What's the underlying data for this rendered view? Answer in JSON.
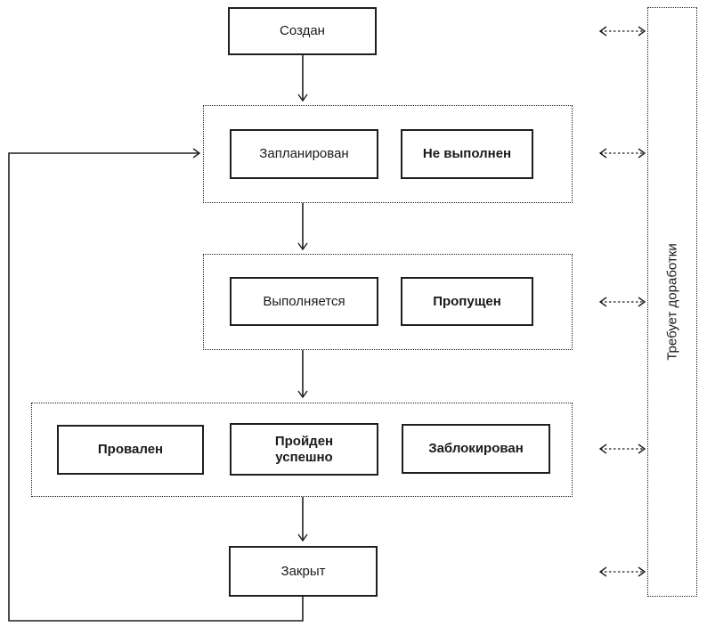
{
  "diagram": {
    "nodes": {
      "created": "Создан",
      "planned": "Запланирован",
      "not_executed": "Не выполнен",
      "in_progress": "Выполняется",
      "skipped": "Пропущен",
      "failed": "Провален",
      "passed": "Пройден успешно",
      "blocked": "Заблокирован",
      "closed": "Закрыт"
    },
    "side_panel": {
      "label": "Требует доработки"
    },
    "colors": {
      "line": "#1f1f1f",
      "background": "#ffffff",
      "node_fill": "#ffffff",
      "text": "#1a1a1a"
    }
  }
}
